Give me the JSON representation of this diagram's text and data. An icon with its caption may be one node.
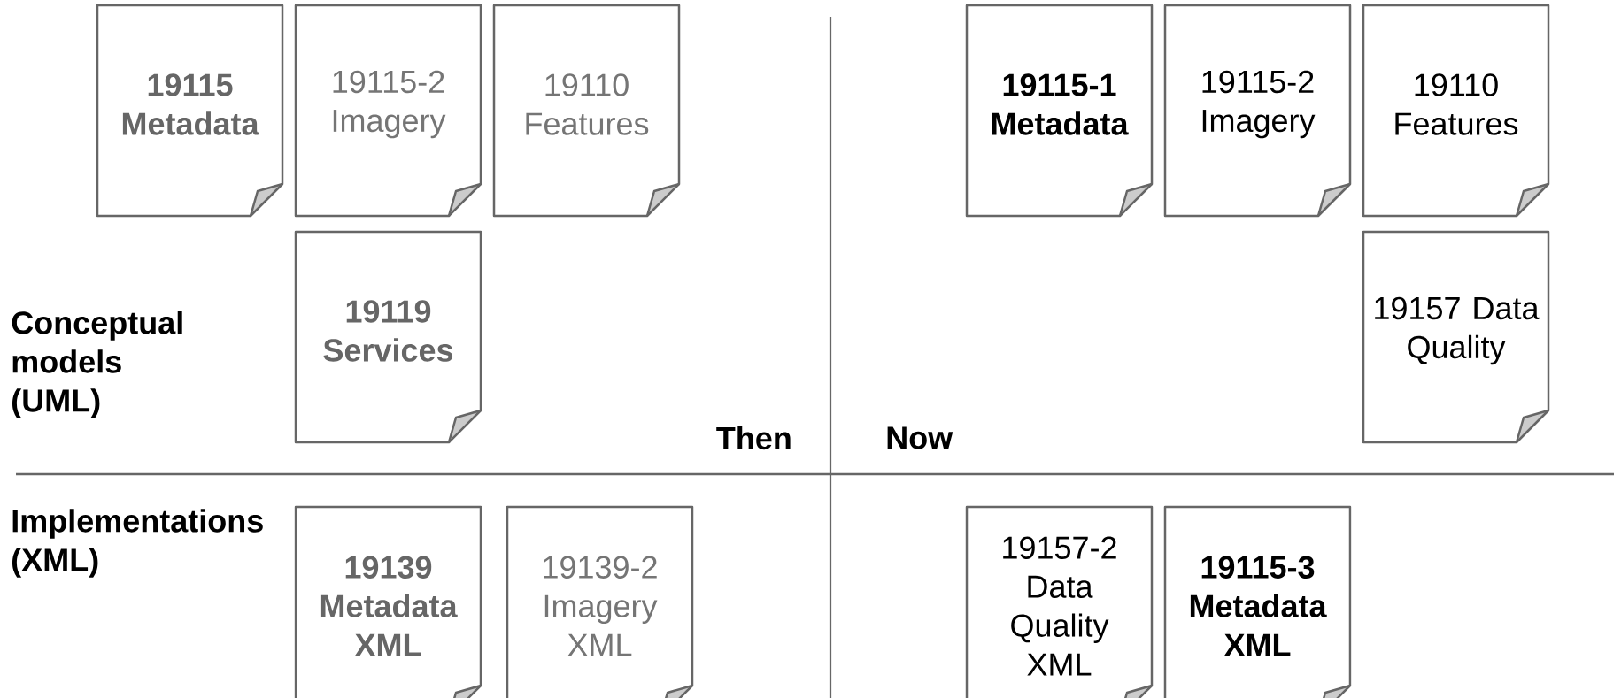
{
  "diagram": {
    "nodes": [
      {
        "text": [
          "19115 Metadata"
        ]
      },
      {
        "text": [
          "19115-2 Imagery"
        ]
      },
      {
        "text": [
          "19110 Features"
        ]
      },
      {
        "text": [
          "19115-1 Metadata"
        ]
      },
      {
        "text": [
          "19115-2 Imagery"
        ]
      },
      {
        "text": [
          "19110 Features"
        ]
      },
      {
        "text": [
          "19119 Services"
        ]
      },
      {
        "text": [
          "19157 Data Quality"
        ]
      },
      {
        "text": [
          "19139 Metadata XML"
        ]
      },
      {
        "text": [
          "19139-2 Imagery XML"
        ]
      },
      {
        "text": [
          "19157-2 Data Quality XML"
        ]
      },
      {
        "text": [
          "19115-3 Metadata XML"
        ]
      }
    ],
    "labels": [
      "Conceptual models (UML)",
      "Then",
      "Now",
      "Implementations (XML)"
    ]
  }
}
